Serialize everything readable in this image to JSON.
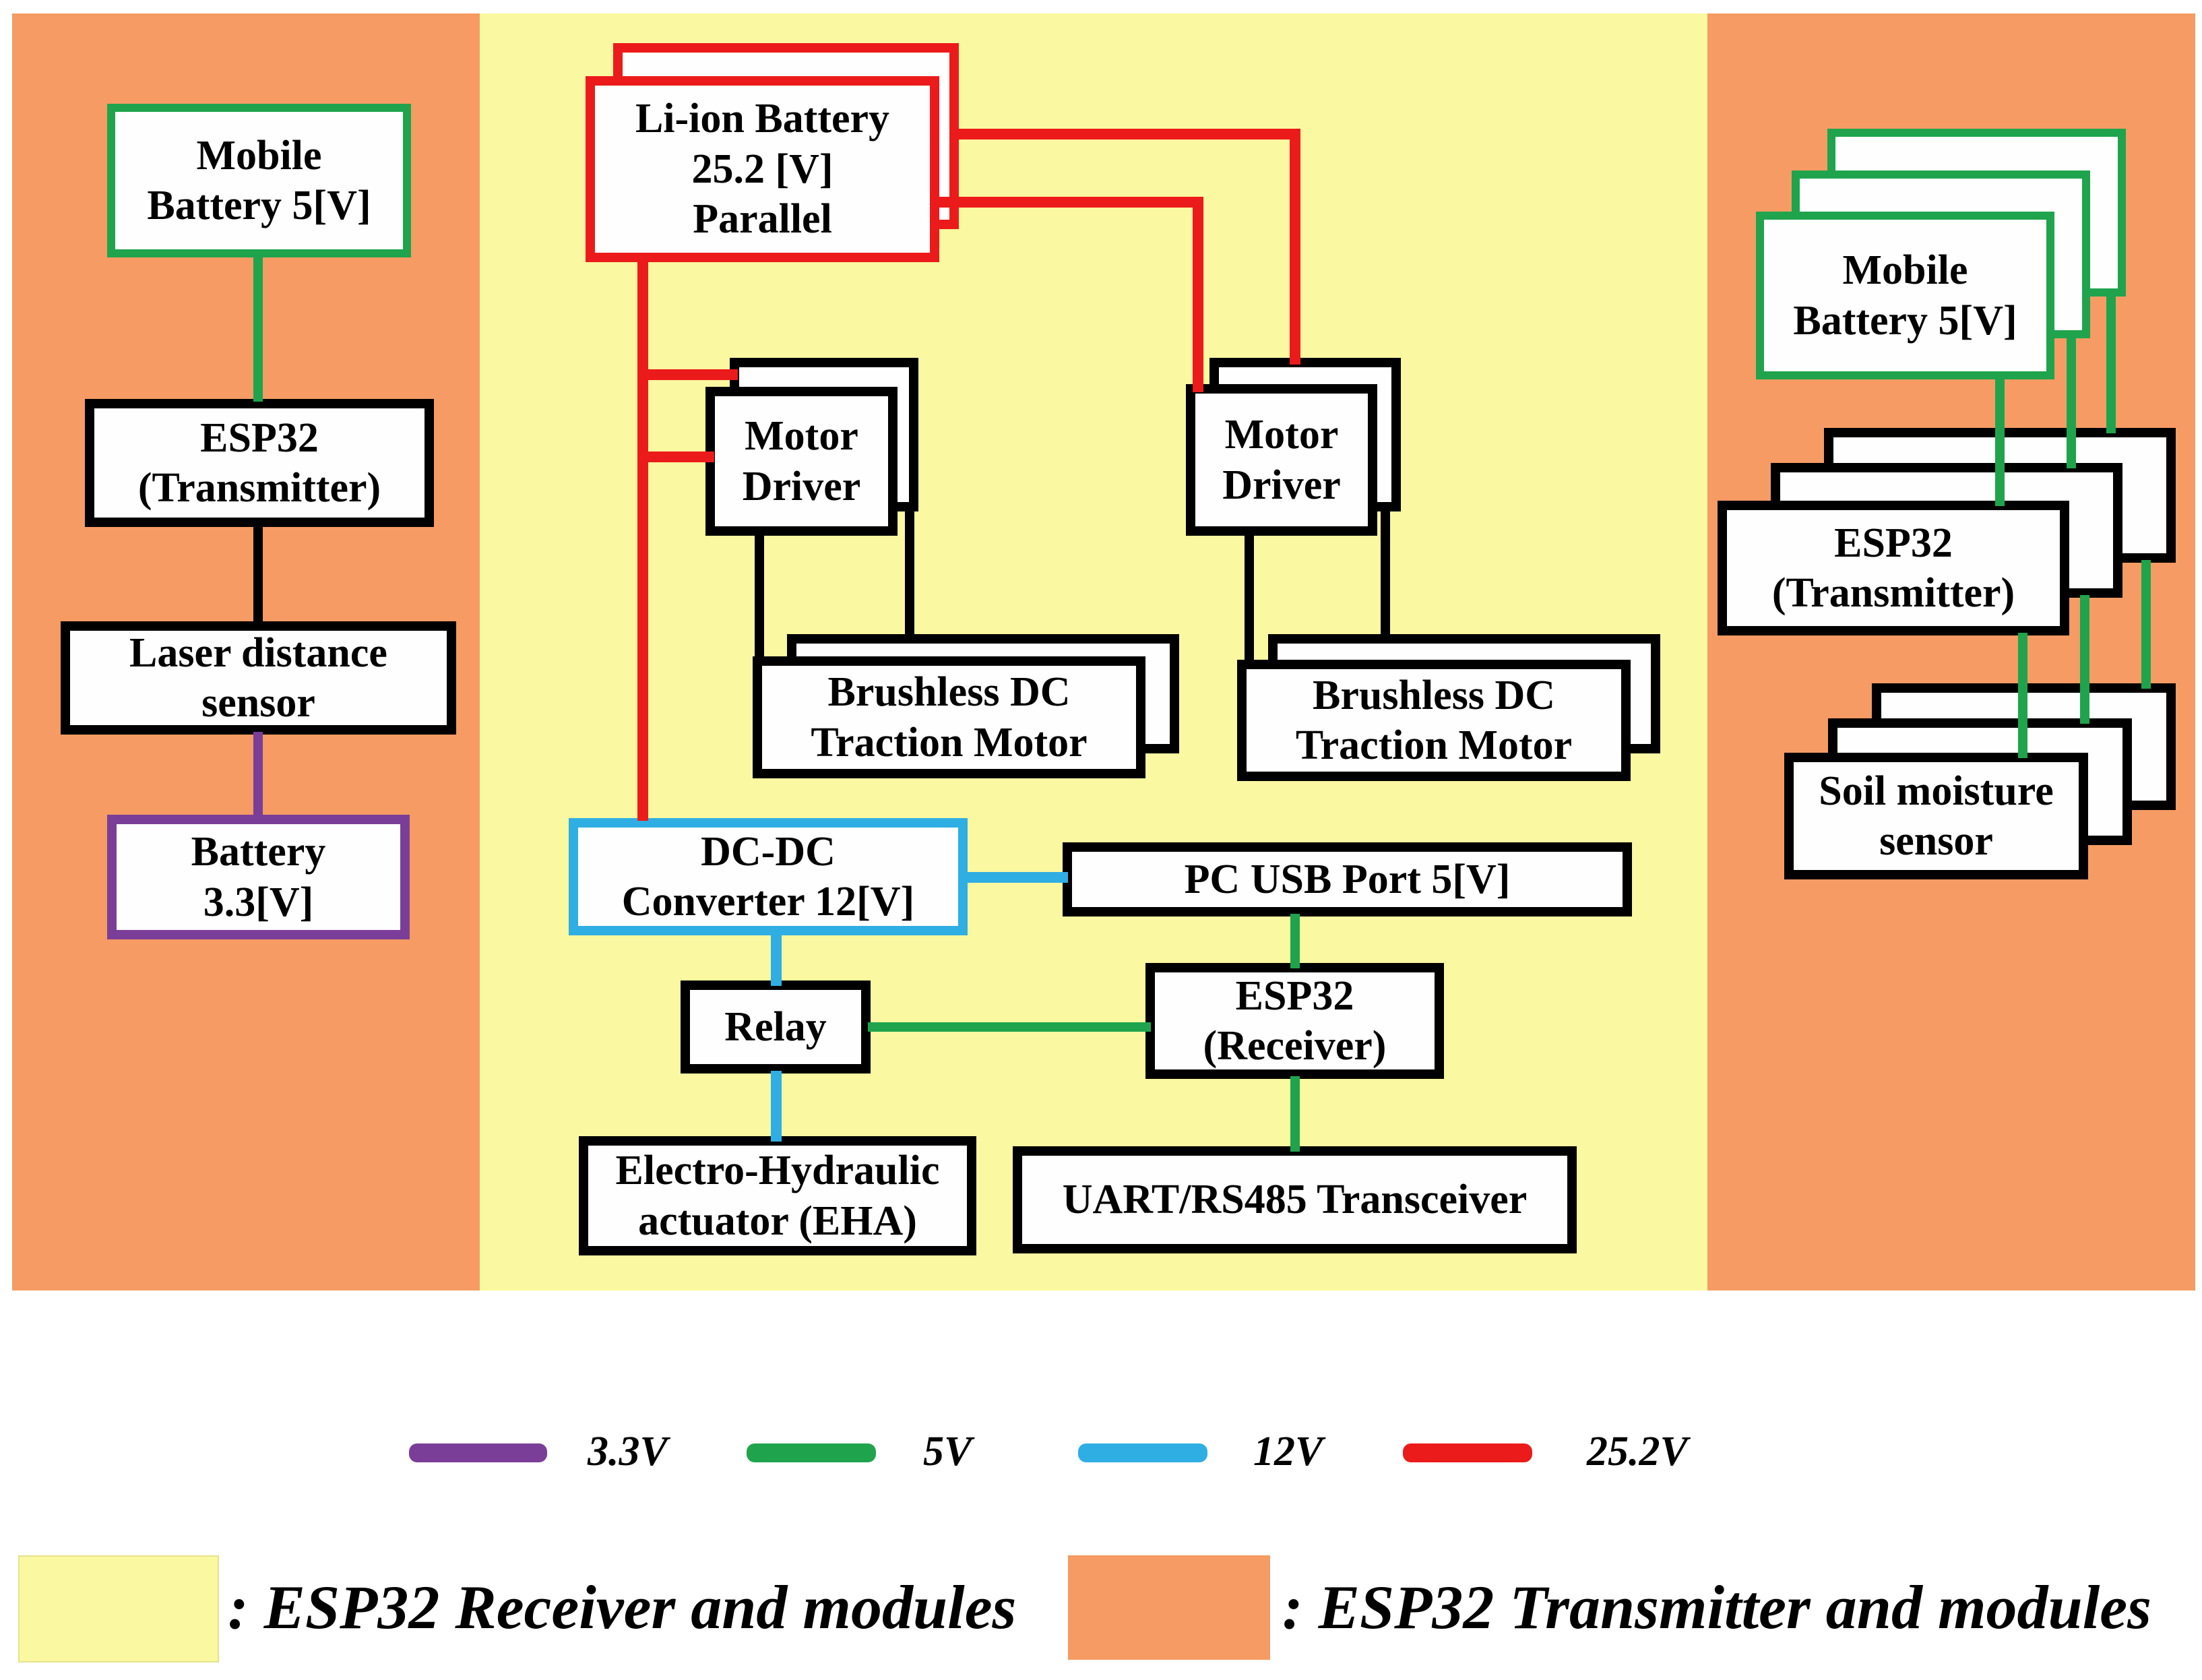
{
  "figure": {
    "kind": "power-and-communication block diagram"
  },
  "colors": {
    "panel_orange": "#F59B63",
    "panel_yellow": "#FAF8A0",
    "wire_3v3_purple": "#7B3E98",
    "wire_5v_green": "#1FA44D",
    "wire_12v_cyan": "#2FAEE3",
    "wire_25v2_red": "#EC1B1B",
    "box_border_black": "#000000",
    "box_fill": "#FFFFFF"
  },
  "left_panel_boxes": {
    "mobile_battery": {
      "lines": [
        "Mobile",
        "Battery 5[V]"
      ]
    },
    "esp32_transmitter": {
      "lines": [
        "ESP32",
        "(Transmitter)"
      ]
    },
    "laser_sensor": {
      "lines": [
        "Laser distance",
        "sensor"
      ]
    },
    "battery_3v3": {
      "lines": [
        "Battery",
        "3.3[V]"
      ]
    }
  },
  "center_panel_boxes": {
    "li_ion_battery": {
      "lines": [
        "Li-ion Battery",
        "25.2 [V]",
        "Parallel"
      ]
    },
    "motor_driver": {
      "lines": [
        "Motor",
        "Driver"
      ]
    },
    "brushless_motor": {
      "lines": [
        "Brushless DC",
        "Traction Motor"
      ]
    },
    "dc_dc_converter": {
      "lines": [
        "DC-DC",
        "Converter 12[V]"
      ]
    },
    "pc_usb_port": {
      "lines": [
        "PC USB Port 5[V]"
      ]
    },
    "relay": {
      "lines": [
        "Relay"
      ]
    },
    "esp32_receiver": {
      "lines": [
        "ESP32",
        "(Receiver)"
      ]
    },
    "eha": {
      "lines": [
        "Electro-Hydraulic",
        "actuator (EHA)"
      ]
    },
    "uart_transceiver": {
      "lines": [
        "UART/RS485 Transceiver"
      ]
    }
  },
  "right_panel_boxes": {
    "mobile_battery": {
      "lines": [
        "Mobile",
        "Battery 5[V]"
      ]
    },
    "esp32_transmitter": {
      "lines": [
        "ESP32",
        "(Transmitter)"
      ]
    },
    "soil_moisture_sensor": {
      "lines": [
        "Soil moisture",
        "sensor"
      ]
    }
  },
  "voltage_legend": {
    "items": [
      {
        "label": "3.3V",
        "color": "#7B3E98"
      },
      {
        "label": "5V",
        "color": "#1FA44D"
      },
      {
        "label": "12V",
        "color": "#2FAEE3"
      },
      {
        "label": "25.2V",
        "color": "#EC1B1B"
      }
    ]
  },
  "panel_legend": {
    "receiver": {
      "label": ": ESP32 Receiver and modules",
      "swatch_color": "#FAF8A0"
    },
    "transmitter": {
      "label": ": ESP32 Transmitter and modules",
      "swatch_color": "#F59B63"
    }
  }
}
